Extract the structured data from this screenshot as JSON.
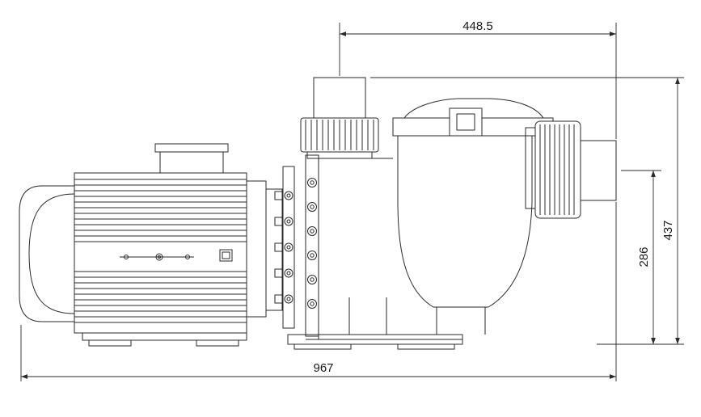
{
  "dimensions": {
    "top_width": "448.5",
    "overall_height": "437",
    "port_centerline_height": "286",
    "overall_length": "967"
  },
  "style": {
    "line_color": "#2a2a2a",
    "background_color": "#ffffff"
  }
}
